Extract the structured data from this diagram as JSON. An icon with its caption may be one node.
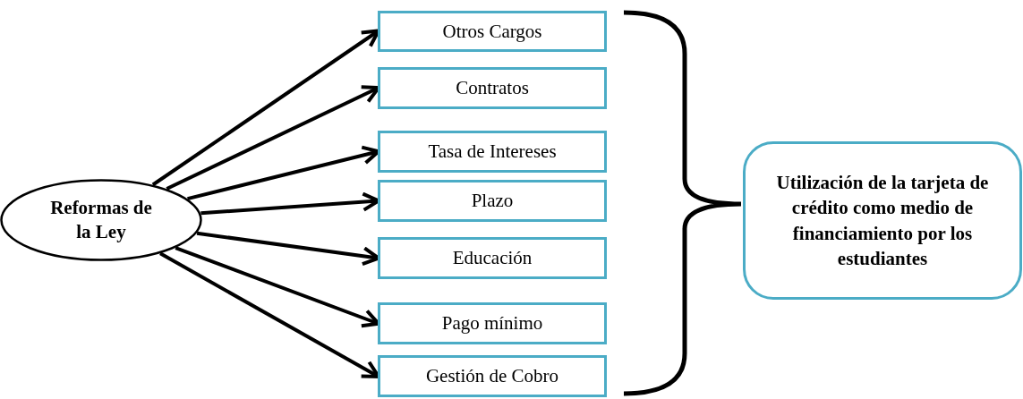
{
  "diagram": {
    "nodes": [
      {
        "text": [
          "Reformas de la Ley"
        ]
      },
      {
        "text": [
          "Otros Cargos"
        ]
      },
      {
        "text": [
          "Contratos"
        ]
      },
      {
        "text": [
          "Tasa de Intereses"
        ]
      },
      {
        "text": [
          "Plazo"
        ]
      },
      {
        "text": [
          "Educación"
        ]
      },
      {
        "text": [
          "Pago mínimo"
        ]
      },
      {
        "text": [
          "Gestión de Cobro"
        ]
      },
      {
        "text": [
          "Utilización de la tarjeta de crédito como medio de financiamiento por los estudiantes"
        ]
      }
    ],
    "edges": [
      {
        "from": 0,
        "to": 1,
        "arrow": "to"
      },
      {
        "from": 0,
        "to": 2,
        "arrow": "to"
      },
      {
        "from": 0,
        "to": 3,
        "arrow": "to"
      },
      {
        "from": 0,
        "to": 4,
        "arrow": "to"
      },
      {
        "from": 0,
        "to": 5,
        "arrow": "to"
      },
      {
        "from": 0,
        "to": 6,
        "arrow": "to"
      },
      {
        "from": 0,
        "to": 7,
        "arrow": "to"
      }
    ]
  }
}
